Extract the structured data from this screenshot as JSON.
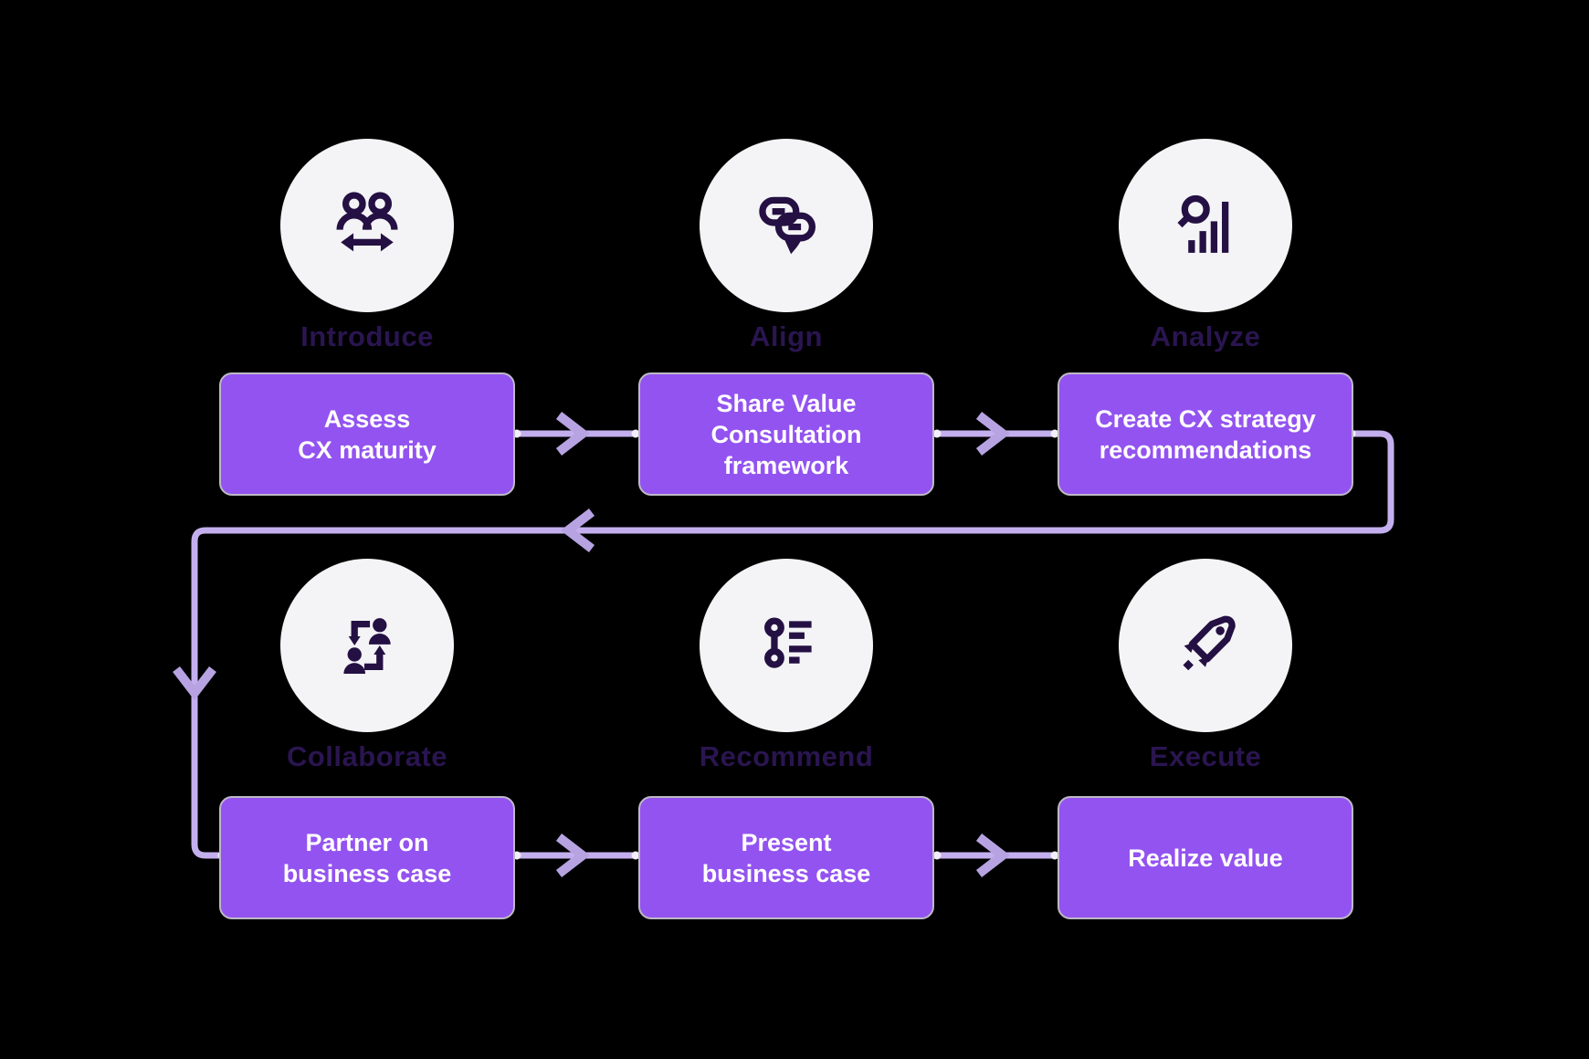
{
  "colors": {
    "background": "#000000",
    "box_fill": "#9353F0",
    "box_border": "#bdb9c6",
    "box_text": "#ffffff",
    "circle_fill": "#f4f4f6",
    "icon_color": "#241043",
    "label_color": "#2a1550",
    "connector": "#c4afee",
    "arrowhead": "#b7a3e2",
    "endpoint_dot": "#f2eefb"
  },
  "steps": [
    {
      "label": "Introduce",
      "icon": "people-exchange-icon",
      "box_text": "Assess\nCX maturity"
    },
    {
      "label": "Align",
      "icon": "speech-bubbles-icon",
      "box_text": "Share Value\nConsultation\nframework"
    },
    {
      "label": "Analyze",
      "icon": "chart-magnifier-icon",
      "box_text": "Create CX strategy\nrecommendations"
    },
    {
      "label": "Collaborate",
      "icon": "workflow-people-icon",
      "box_text": "Partner on\nbusiness case"
    },
    {
      "label": "Recommend",
      "icon": "prioritized-list-icon",
      "box_text": "Present\nbusiness case"
    },
    {
      "label": "Execute",
      "icon": "rocket-icon",
      "box_text": "Realize value"
    }
  ],
  "flow_sequence": [
    "Assess CX maturity",
    "Share Value Consultation framework",
    "Create CX strategy recommendations",
    "Partner on business case",
    "Present business case",
    "Realize value"
  ]
}
